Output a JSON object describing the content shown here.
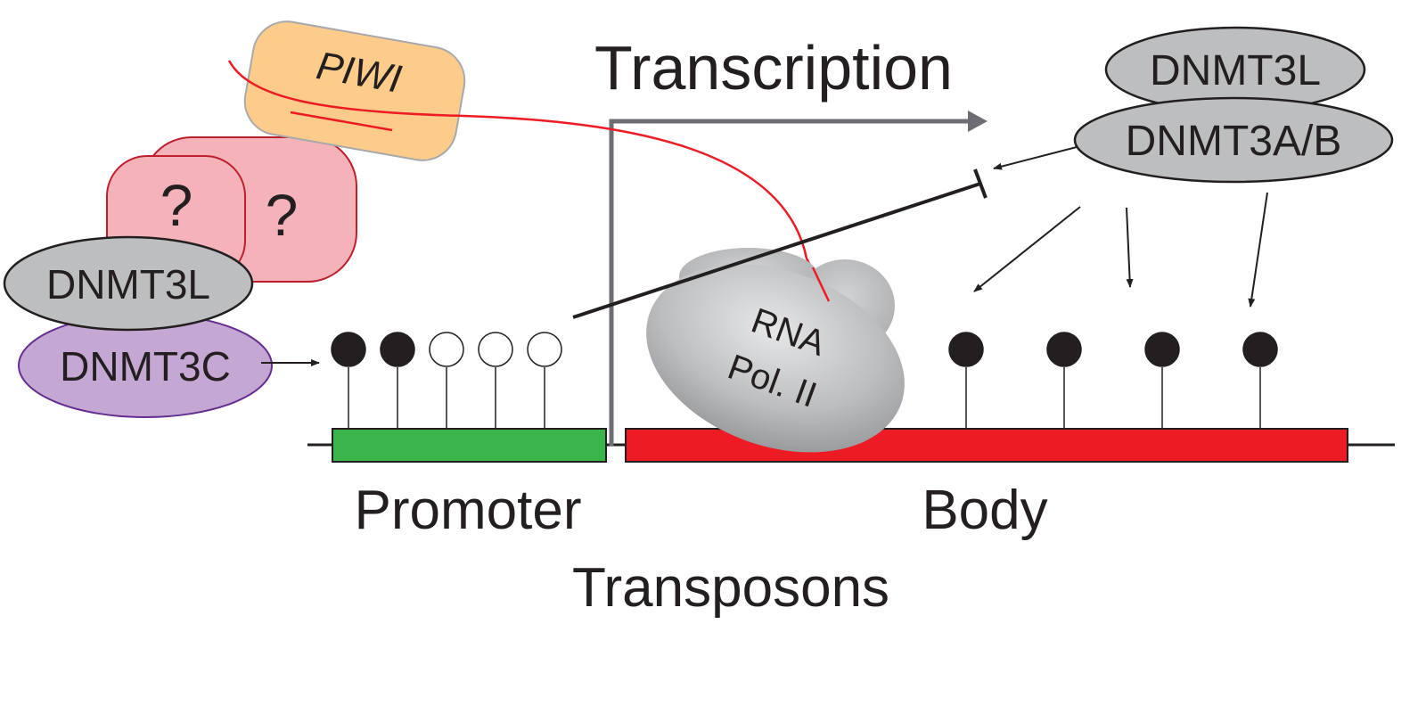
{
  "labels": {
    "piwi": "PIWI",
    "unknown_factor": "?",
    "dnmt3l_promoter": "DNMT3L",
    "dnmt3c": "DNMT3C",
    "transcription": "Transcription",
    "dnmt3l_body": "DNMT3L",
    "dnmt3ab": "DNMT3A/B",
    "rna_pol_line1": "RNA",
    "rna_pol_line2": "Pol. II",
    "promoter": "Promoter",
    "body": "Body",
    "transposons": "Transposons"
  },
  "promoter_cpg_methylated": [
    true,
    true,
    false,
    false,
    false
  ],
  "body_cpg_methylated": [
    true,
    true,
    true,
    true
  ],
  "colors": {
    "promoter": "#39b54a",
    "body": "#ed1c24",
    "piwi": "#fdcb8a",
    "unknown_factor": "#f4b3b8",
    "dnmt3c": "#c4a8d3",
    "dnmt3": "#bcbec0",
    "rna_pol": "#a7a9ac",
    "pirna": "#ed1c24",
    "transcription_arrow": "#6d6e71",
    "methylated_cpg": "#231f20"
  }
}
